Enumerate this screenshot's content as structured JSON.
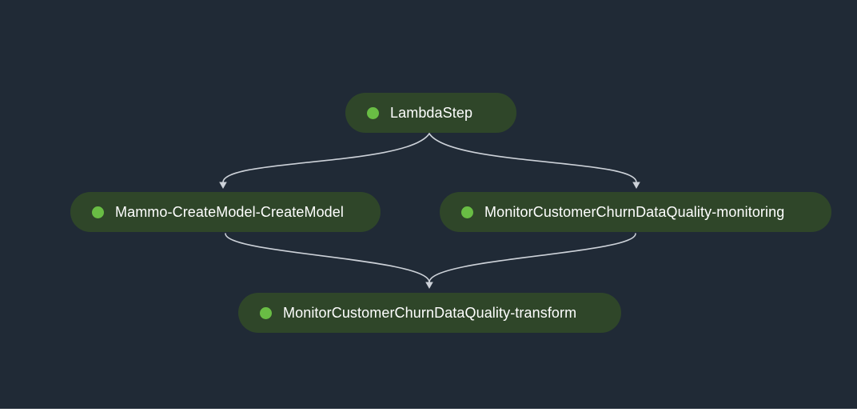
{
  "theme": {
    "canvas-bg": "#202a36",
    "node-bg": "#2f4629",
    "status-dot": "#69bd44",
    "node-text": "#ffffff",
    "edge-color": "#ccd1d8",
    "bottom-bar": "#ffffff"
  },
  "graph": {
    "type": "pipeline-dag",
    "nodes": [
      {
        "id": "lambda-step",
        "label": "LambdaStep",
        "status": "success",
        "status_icon": "green-dot"
      },
      {
        "id": "mammo-createmodel",
        "label": "Mammo-CreateModel-CreateModel",
        "status": "success",
        "status_icon": "green-dot"
      },
      {
        "id": "monitoring",
        "label": "MonitorCustomerChurnDataQuality-monitoring",
        "status": "success",
        "status_icon": "green-dot"
      },
      {
        "id": "transform",
        "label": "MonitorCustomerChurnDataQuality-transform",
        "status": "success",
        "status_icon": "green-dot"
      }
    ],
    "edges": [
      {
        "from": "LambdaStep",
        "to": "Mammo-CreateModel-CreateModel"
      },
      {
        "from": "LambdaStep",
        "to": "MonitorCustomerChurnDataQuality-monitoring"
      },
      {
        "from": "Mammo-CreateModel-CreateModel",
        "to": "MonitorCustomerChurnDataQuality-transform"
      },
      {
        "from": "MonitorCustomerChurnDataQuality-monitoring",
        "to": "MonitorCustomerChurnDataQuality-transform"
      }
    ]
  }
}
